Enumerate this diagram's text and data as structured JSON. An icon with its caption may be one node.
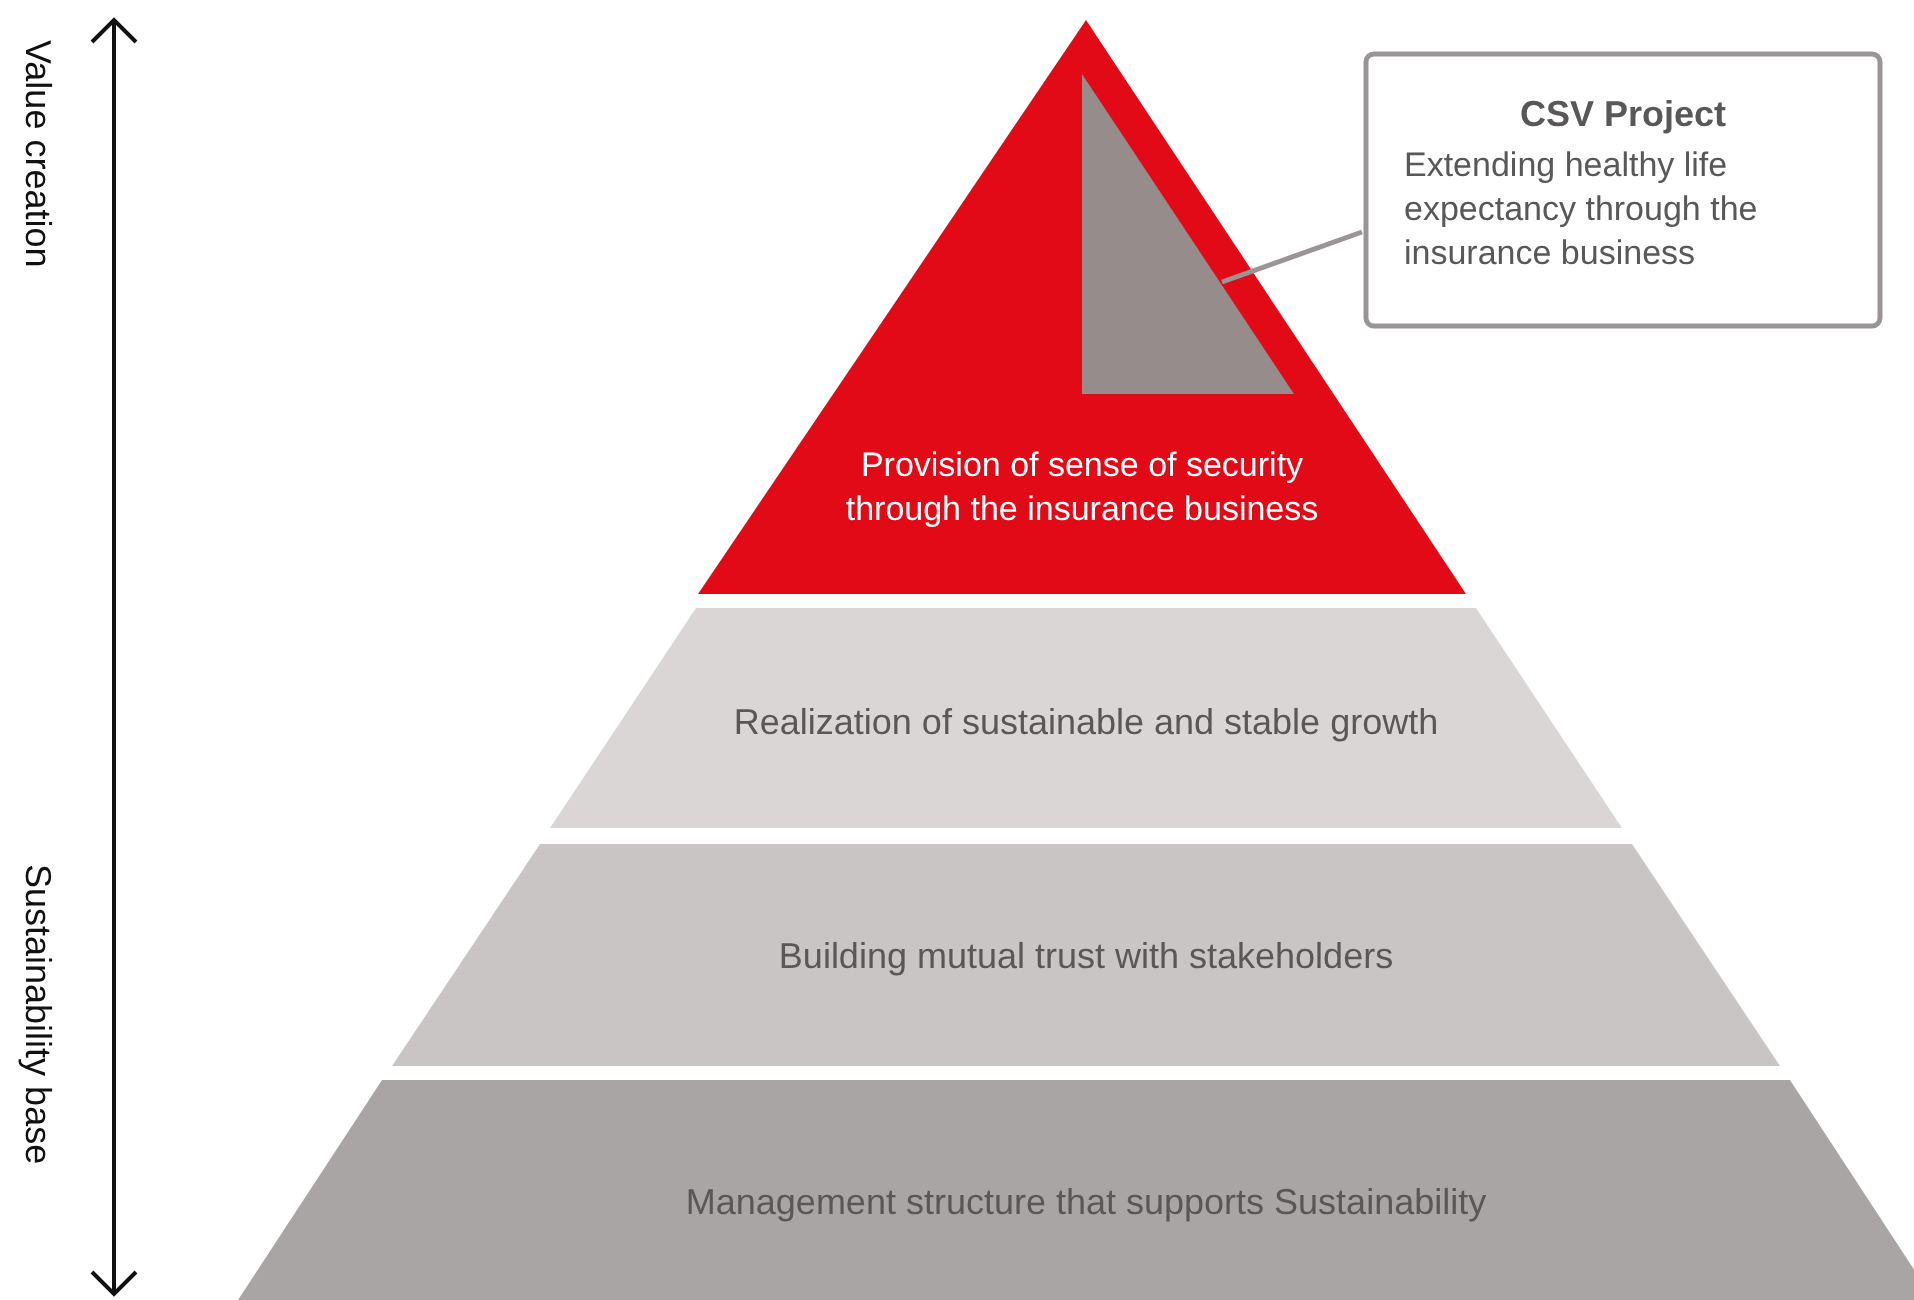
{
  "diagram": {
    "nodes": [
      {
        "text": [
          "Provision of sense of security through the insurance business"
        ]
      },
      {
        "text": [],
        "shape": "triangle",
        "in": 0
      },
      {
        "text": [
          "CSV Project",
          "Extending healthy life expectancy through the insurance business"
        ]
      },
      {
        "text": [
          "Realization of sustainable and stable growth"
        ]
      },
      {
        "text": [
          "Building mutual trust with stakeholders"
        ]
      },
      {
        "text": [
          "Management structure that supports Sustainability"
        ]
      }
    ],
    "edges": [
      {
        "from": 2,
        "to": 1,
        "arrow": "none"
      }
    ],
    "labels": [
      "Value creation",
      "Sustainability base"
    ]
  }
}
